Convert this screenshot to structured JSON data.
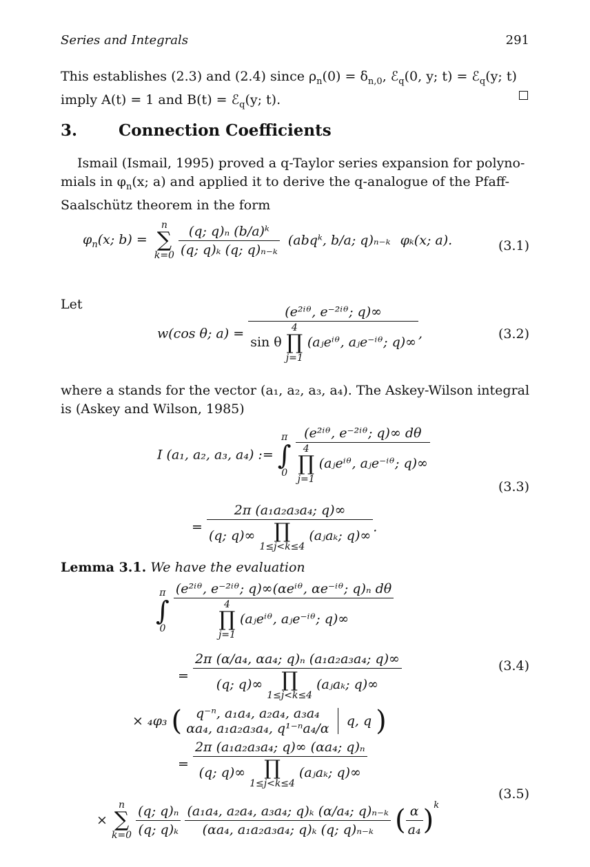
{
  "running_head": {
    "left": "Series and Integrals",
    "right": "291"
  },
  "intro": {
    "line1": "This establishes (2.3) and (2.4) since ρ",
    "line1_sub": "n",
    "line1_b": "(0) = δ",
    "line1_sub2": "n,0",
    "line1_c": ", ℰ",
    "line1_sub3": "q",
    "line1_d": "(0, y; t) = ℰ",
    "line1_sub4": "q",
    "line1_e": "(y; t)",
    "line2": "imply A(t) = 1 and B(t) = ℰ",
    "line2_sub": "q",
    "line2_b": "(y; t)."
  },
  "section": {
    "number": "3.",
    "title": "Connection Coefficients"
  },
  "para1": {
    "line1": "Ismail (Ismail, 1995) proved a q-Taylor series expansion for polyno-",
    "line2": "mials in φ",
    "line2_sub": "n",
    "line2_b": "(x; a) and applied it to derive the q-analogue of the Pfaff-",
    "line3": "Saalschütz theorem in the form"
  },
  "eq31": {
    "lhs": "φ",
    "lhs_sub": "n",
    "lhs_b": "(x; b) =",
    "sum_top": "n",
    "sum_bot": "k=0",
    "frac_num": "(q; q)ₙ (b/a)ᵏ",
    "frac_den": "(q; q)ₖ (q; q)ₙ₋ₖ",
    "middle": "(abqᵏ, b/a; q)ₙ₋ₖ",
    "tail": "φₖ(x; a).",
    "number": "(3.1)"
  },
  "let_label": "Let",
  "eq32": {
    "lhs": "w(cos θ; a) =",
    "num": "(e²ⁱᶿ, e⁻²ⁱᶿ; q)∞",
    "den_pre": "sin θ",
    "prod_top": "4",
    "prod_bot": "j=1",
    "den_post": "(aⱼeⁱᶿ, aⱼe⁻ⁱᶿ; q)∞",
    "tail": ",",
    "number": "(3.2)"
  },
  "para2": {
    "line1": "where a stands for the vector (a₁, a₂, a₃, a₄). The Askey-Wilson integral",
    "line2": "is (Askey and Wilson, 1985)"
  },
  "eq33": {
    "lhs": "I (a₁, a₂, a₃, a₄) :=",
    "int_top": "π",
    "int_bot": "0",
    "num1": "(e²ⁱᶿ, e⁻²ⁱᶿ; q)∞ dθ",
    "prod_top": "4",
    "prod_bot": "j=1",
    "den1": "(aⱼeⁱᶿ, aⱼe⁻ⁱᶿ; q)∞",
    "eq2": "=",
    "num2": "2π (a₁a₂a₃a₄; q)∞",
    "den2_a": "(q; q)∞",
    "prod2_bot": "1≤j<k≤4",
    "den2_b": "(aⱼaₖ; q)∞",
    "tail": ".",
    "number": "(3.3)"
  },
  "lemma": {
    "label": "Lemma 3.1.",
    "text": "We have the evaluation"
  },
  "eq34": {
    "int_top": "π",
    "int_bot": "0",
    "num1": "(e²ⁱᶿ, e⁻²ⁱᶿ; q)∞(αeⁱᶿ, αe⁻ⁱᶿ; q)ₙ dθ",
    "prod_top": "4",
    "prod_bot": "j=1",
    "den1": "(aⱼeⁱᶿ, aⱼe⁻ⁱᶿ; q)∞",
    "eq2": "=",
    "num2": "2π (α/a₄, αa₄; q)ₙ (a₁a₂a₃a₄; q)∞",
    "den2_a": "(q; q)∞",
    "prod2_bot": "1≤j<k≤4",
    "den2_b": "(aⱼaₖ; q)∞",
    "phi_pre": "× ₄φ₃",
    "phi_top": "q⁻ⁿ, a₁a₄, a₂a₄, a₃a₄",
    "phi_bot": "αa₄, a₁a₂a₃a₄, q¹⁻ⁿa₄/α",
    "phi_arg": "q, q",
    "number": "(3.4)"
  },
  "eq35": {
    "eq": "=",
    "num": "2π (a₁a₂a₃a₄; q)∞ (αa₄; q)ₙ",
    "den_a": "(q; q)∞",
    "prod_bot": "1≤j<k≤4",
    "den_b": "(aⱼaₖ; q)∞",
    "times": "×",
    "sum_top": "n",
    "sum_bot": "k=0",
    "f1_num": "(q; q)ₙ",
    "f1_den": "(q; q)ₖ",
    "f2_num": "(a₁a₄, a₂a₄, a₃a₄; q)ₖ (α/a₄; q)ₙ₋ₖ",
    "f2_den": "(αa₄, a₁a₂a₃a₄; q)ₖ (q; q)ₙ₋ₖ",
    "f3_num": "α",
    "f3_den": "a₄",
    "exp": "k",
    "number": "(3.5)"
  }
}
